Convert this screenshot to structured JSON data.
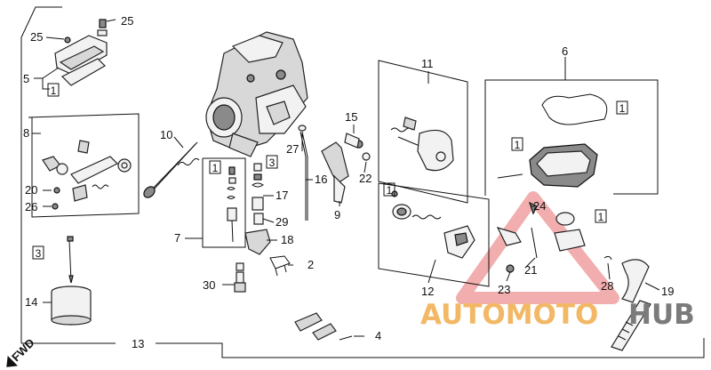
{
  "callouts": {
    "n1": "1",
    "n2": "2",
    "n3": "3",
    "n4": "4",
    "n5": "5",
    "n6": "6",
    "n7": "7",
    "n8": "8",
    "n9": "9",
    "n10": "10",
    "n11": "11",
    "n12": "12",
    "n13": "13",
    "n14": "14",
    "n15": "15",
    "n16": "16",
    "n17": "17",
    "n19": "19",
    "n18": "18",
    "n20": "20",
    "n21": "21",
    "n22": "22",
    "n23": "23",
    "n24": "24",
    "n25": "25",
    "n26": "26",
    "n27": "27",
    "n28": "28",
    "n29": "29",
    "n30": "30"
  },
  "boxed_refs": {
    "one": "1",
    "three": "3"
  },
  "direction_label": "FWD",
  "watermark": {
    "part1": "AUTOMOTO",
    "part2": "HUB",
    "color_triangle": "#f0a0a0",
    "color_text1": "#f2b866",
    "color_text2": "#7b7b7b"
  }
}
